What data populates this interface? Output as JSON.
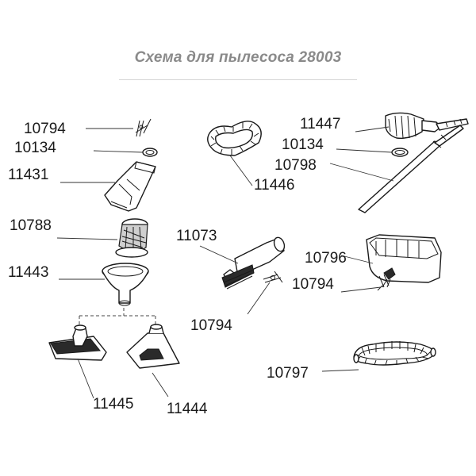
{
  "title": "Схема для пылесоса 28003",
  "parts": [
    {
      "id": "p10794a",
      "label": "10794"
    },
    {
      "id": "p10134a",
      "label": "10134"
    },
    {
      "id": "p11431",
      "label": "11431"
    },
    {
      "id": "p10788",
      "label": "10788"
    },
    {
      "id": "p11443",
      "label": "11443"
    },
    {
      "id": "p11445",
      "label": "11445"
    },
    {
      "id": "p11444",
      "label": "11444"
    },
    {
      "id": "p11446",
      "label": "11446"
    },
    {
      "id": "p11073",
      "label": "11073"
    },
    {
      "id": "p10794b",
      "label": "10794"
    },
    {
      "id": "p11447",
      "label": "11447"
    },
    {
      "id": "p10134b",
      "label": "10134"
    },
    {
      "id": "p10798",
      "label": "10798"
    },
    {
      "id": "p10796",
      "label": "10796"
    },
    {
      "id": "p10794c",
      "label": "10794"
    },
    {
      "id": "p10797",
      "label": "10797"
    }
  ]
}
